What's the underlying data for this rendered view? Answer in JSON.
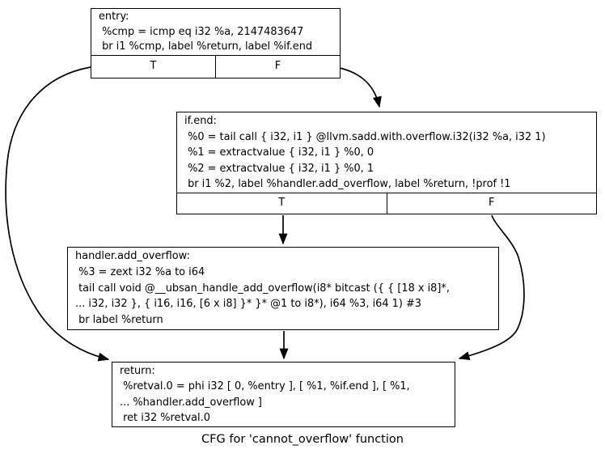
{
  "caption": "CFG for 'cannot_overflow' function",
  "colors": {
    "stroke": "#000000",
    "background": "#ffffff",
    "node_fill": "#ffffff"
  },
  "nodes": {
    "entry": {
      "name": "entry",
      "lines": [
        "entry:",
        " %cmp = icmp eq i32 %a, 2147483647",
        " br i1 %cmp, label %return, label %if.end"
      ],
      "ports": [
        "T",
        "F"
      ]
    },
    "ifend": {
      "name": "if.end",
      "lines": [
        "if.end:",
        " %0 = tail call { i32, i1 } @llvm.sadd.with.overflow.i32(i32 %a, i32 1)",
        " %1 = extractvalue { i32, i1 } %0, 0",
        " %2 = extractvalue { i32, i1 } %0, 1",
        " br i1 %2, label %handler.add_overflow, label %return, !prof !1"
      ],
      "ports": [
        "T",
        "F"
      ]
    },
    "handler": {
      "name": "handler.add_overflow",
      "lines": [
        "handler.add_overflow:",
        " %3 = zext i32 %a to i64",
        " tail call void @__ubsan_handle_add_overflow(i8* bitcast ({ { [18 x i8]*,",
        "... i32, i32 }, { i16, i16, [6 x i8] }* }* @1 to i8*), i64 %3, i64 1) #3",
        " br label %return"
      ],
      "ports": []
    },
    "ret": {
      "name": "return",
      "lines": [
        "return:",
        " %retval.0 = phi i32 [ 0, %entry ], [ %1, %if.end ], [ %1,",
        "... %handler.add_overflow ]",
        " ret i32 %retval.0"
      ],
      "ports": []
    }
  },
  "edges": [
    {
      "from": "entry",
      "branch": "T",
      "to": "return"
    },
    {
      "from": "entry",
      "branch": "F",
      "to": "if.end"
    },
    {
      "from": "if.end",
      "branch": "T",
      "to": "handler.add_overflow"
    },
    {
      "from": "if.end",
      "branch": "F",
      "to": "return"
    },
    {
      "from": "handler.add_overflow",
      "branch": "",
      "to": "return"
    }
  ]
}
